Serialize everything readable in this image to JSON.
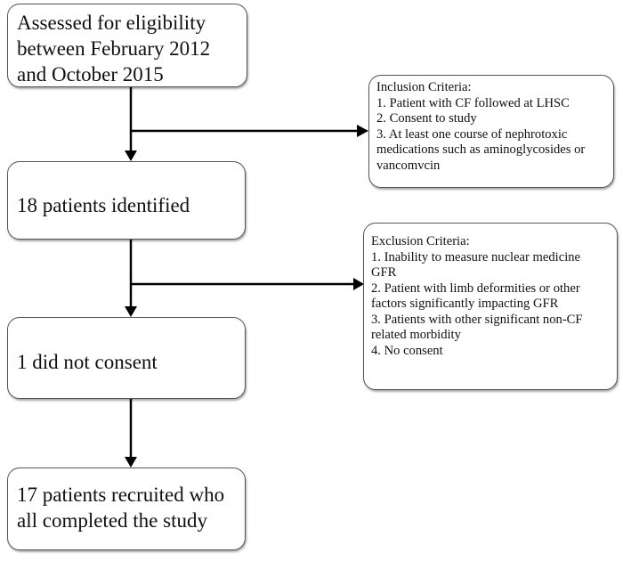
{
  "boxes": {
    "assessed": {
      "lines": [
        "Assessed for eligibility",
        "between February 2012",
        "and October 2015"
      ]
    },
    "identified": {
      "lines": [
        "18 patients identified"
      ]
    },
    "not_consent": {
      "lines": [
        "1 did not consent"
      ]
    },
    "recruited": {
      "lines": [
        "17 patients recruited who",
        "all completed the study"
      ]
    },
    "inclusion": {
      "title": "Inclusion Criteria:",
      "items": [
        "1. Patient with CF followed at LHSC",
        "2. Consent to study",
        "3. At least one course of nephrotoxic",
        "medications such as aminoglycosides or",
        "vancomvcin"
      ]
    },
    "exclusion": {
      "title": "Exclusion Criteria:",
      "items": [
        "1. Inability to measure nuclear medicine",
        "GFR",
        "2. Patient with limb deformities or other",
        "factors significantly impacting GFR",
        "3. Patients with other significant non-CF",
        "related morbidity",
        "4. No consent"
      ]
    }
  },
  "colors": {
    "line": "#000000",
    "border": "#555555",
    "text": "#111111"
  }
}
